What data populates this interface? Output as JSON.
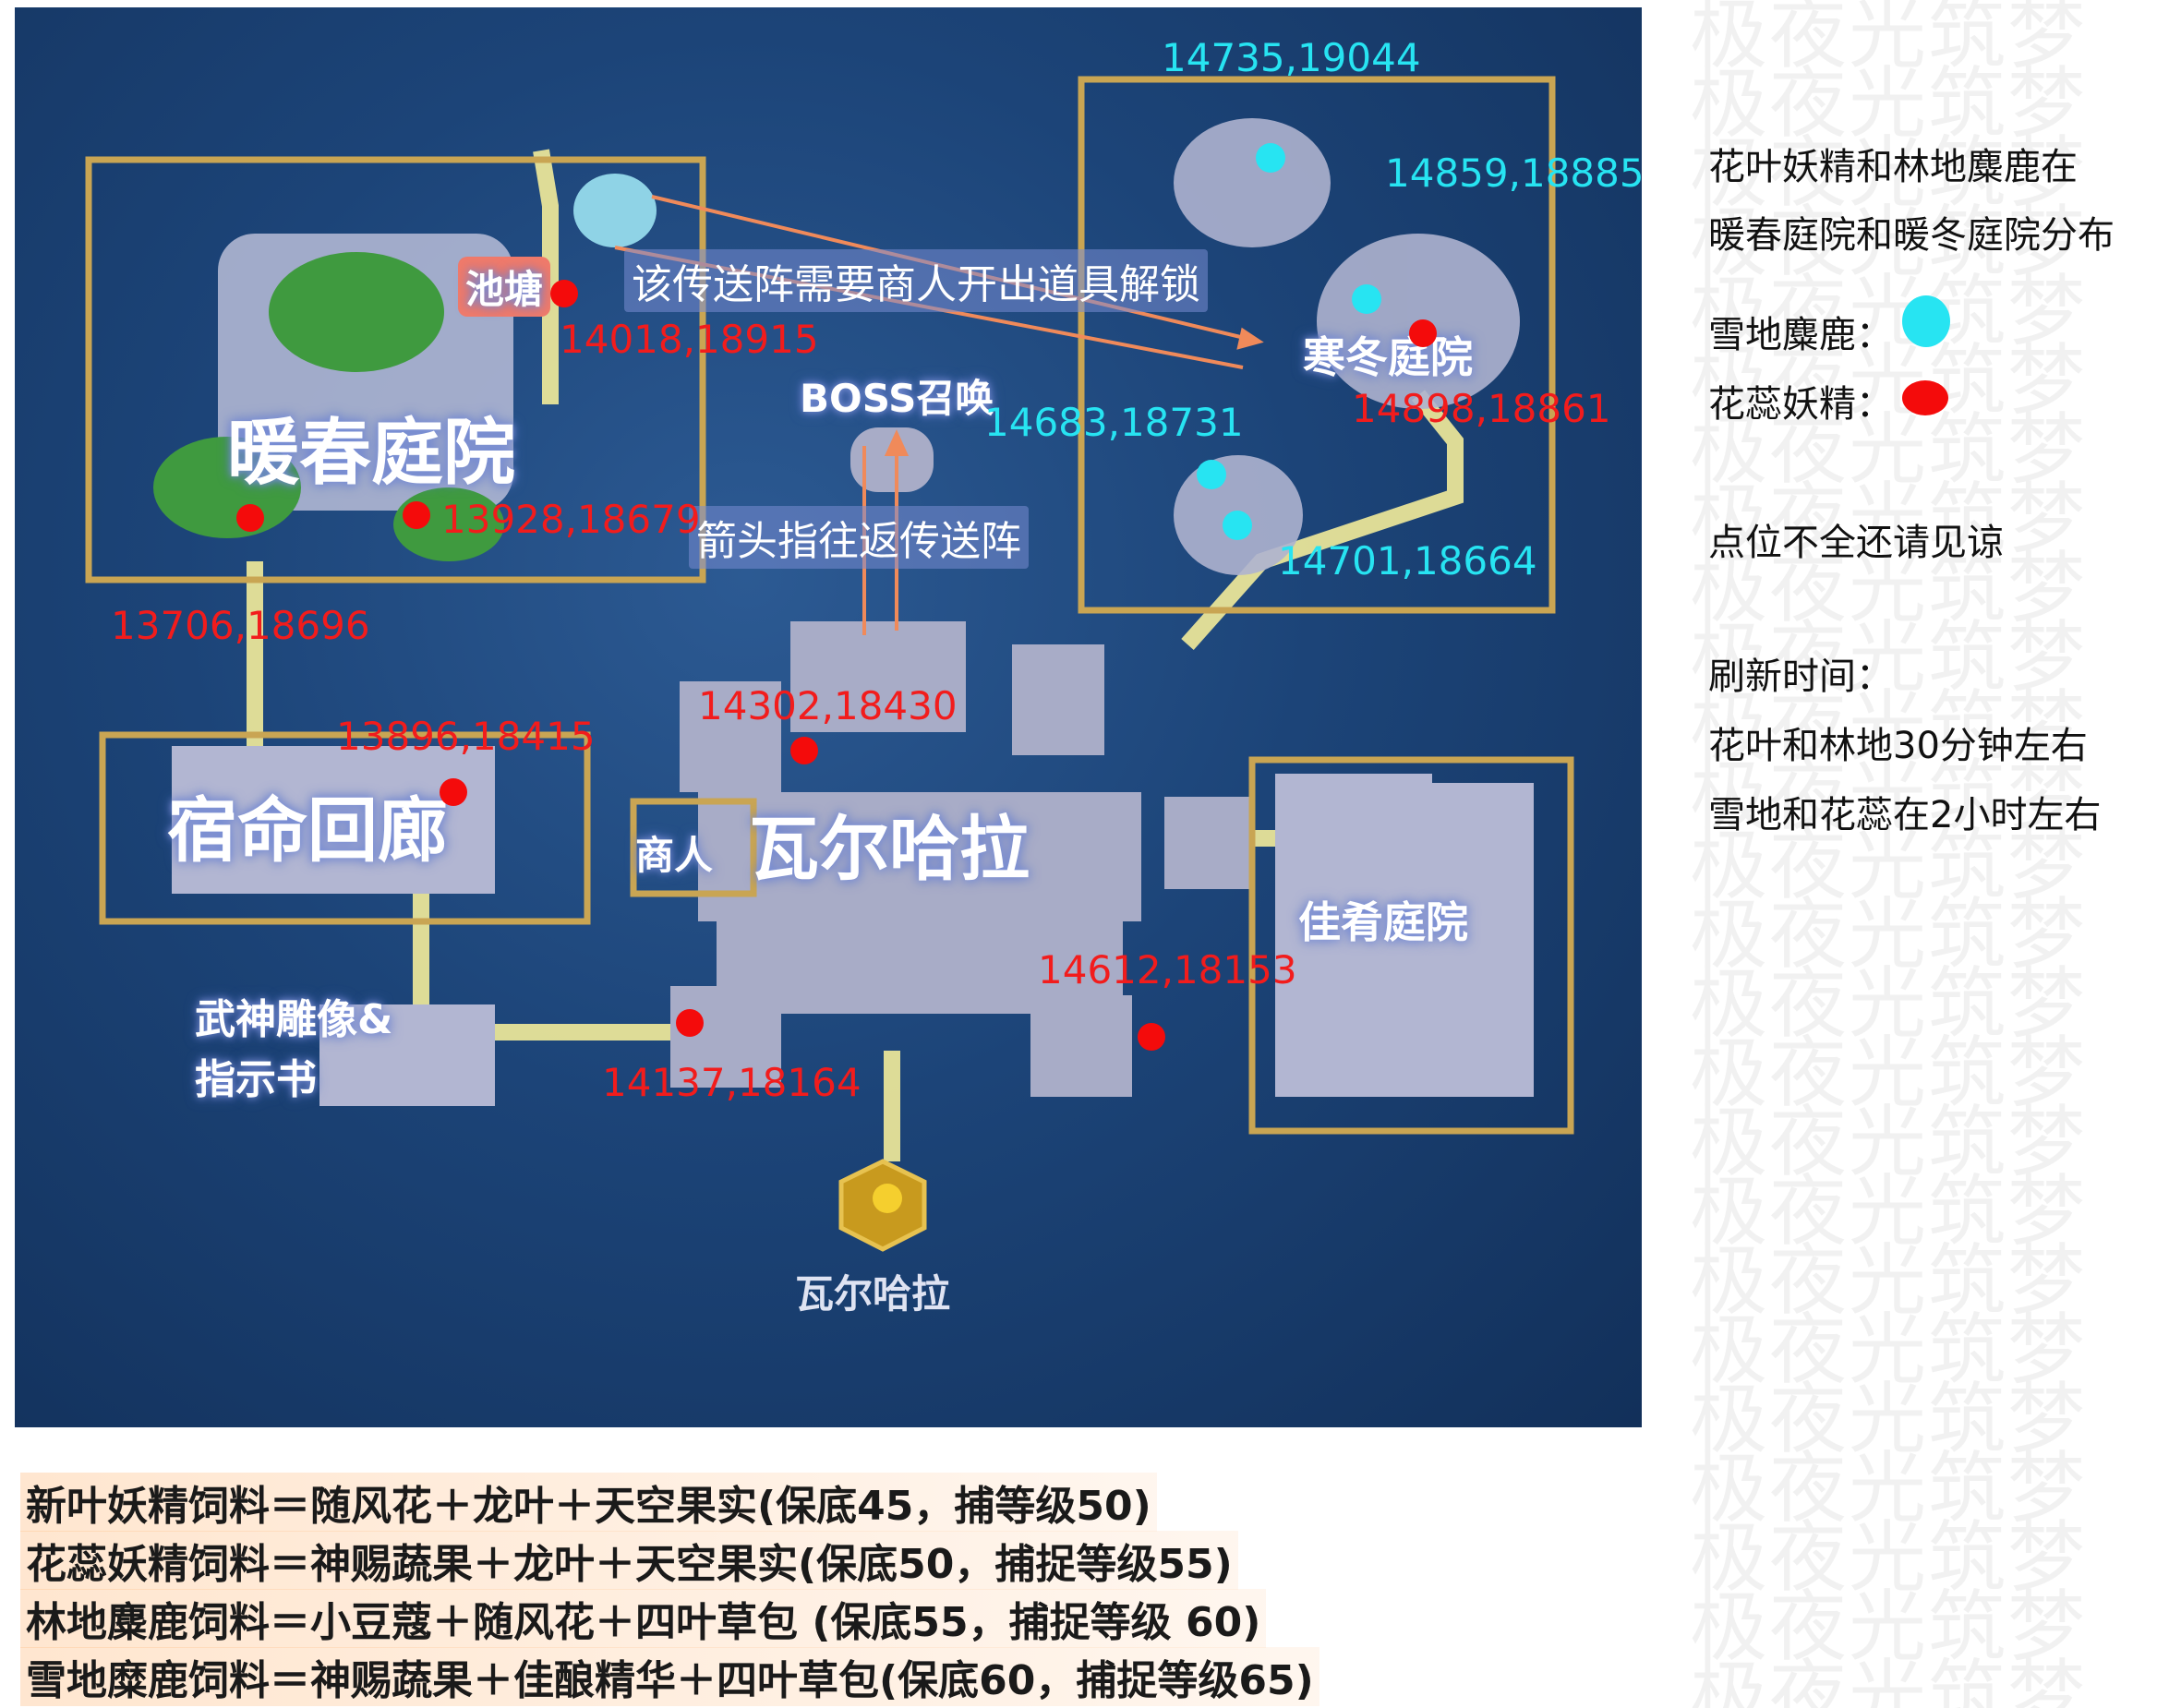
{
  "watermark": "极夜光筑梦",
  "map": {
    "areas": {
      "warm_spring": "暖春庭院",
      "pond": "池塘",
      "winter": "寒冬庭院",
      "fate": "宿命回廊",
      "valhalla": "瓦尔哈拉",
      "merchant": "商人",
      "jiayao": "佳肴庭院",
      "statue_line1": "武神雕像&",
      "statue_line2": "指示书",
      "boss": "BOSS召唤",
      "home_label": "瓦尔哈拉"
    },
    "notes": {
      "portal": "该传送阵需要商人开出道具解锁",
      "arrow": "箭头指往返传送阵"
    },
    "red_coords": [
      "14018,18915",
      "13928,18679",
      "13706,18696",
      "13896,18415",
      "14302,18430",
      "14898,18861",
      "14612,18153",
      "14137,18164"
    ],
    "cyan_coords": [
      "14735,19044",
      "14859,18885",
      "14683,18731",
      "14701,18664"
    ],
    "colors": {
      "red_marker": "#f40b0b",
      "cyan_marker": "#27e4f2",
      "frame": "#c9a553",
      "path": "#f3ec9a"
    }
  },
  "sidebar": {
    "line1": "花叶妖精和林地麋鹿在",
    "line2": "暖春庭院和暖冬庭院分布",
    "legend_cyan": "雪地麋鹿：",
    "legend_red": "花蕊妖精：",
    "note": "点位不全还请见谅",
    "refresh_title": "刷新时间：",
    "refresh_1": "花叶和林地30分钟左右",
    "refresh_2": "雪地和花蕊在2小时左右"
  },
  "recipes": [
    "新叶妖精饲料＝随风花＋龙叶＋天空果实(保底45，捕等级50)",
    "花蕊妖精饲料＝神赐蔬果＋龙叶＋天空果实(保底50，捕捉等级55)",
    "林地麋鹿饲料＝小豆蔻＋随风花＋四叶草包 (保底55，捕捉等级 60)",
    "雪地糜鹿饲料＝神赐蔬果＋佳酿精华＋四叶草包(保底60，捕捉等级65)"
  ]
}
